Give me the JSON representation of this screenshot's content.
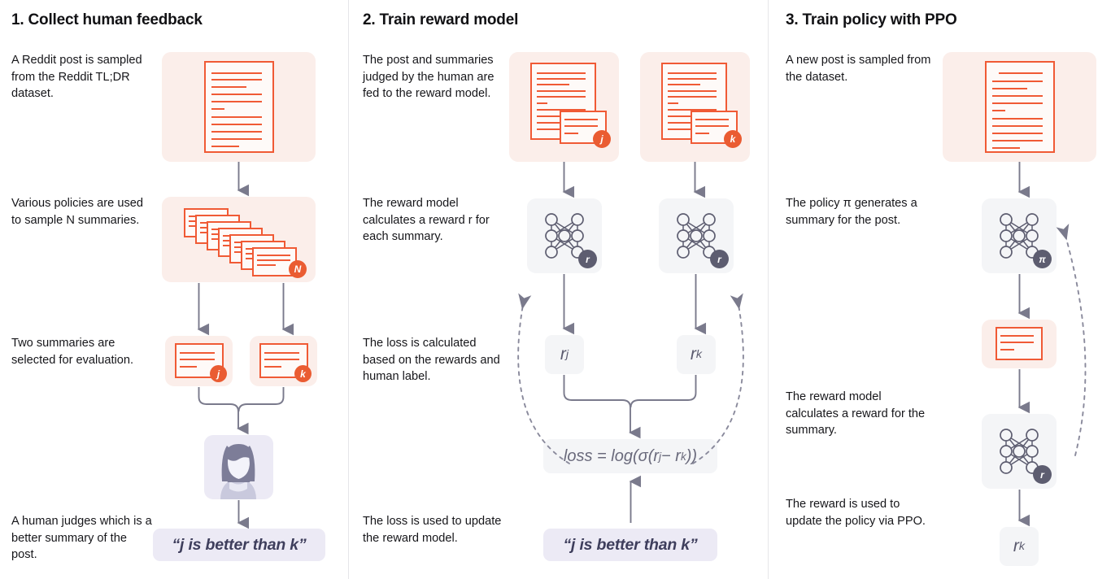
{
  "columns": [
    {
      "id": "collect-human-feedback",
      "title": "1. Collect human feedback",
      "captions": [
        "A Reddit post is sampled from the Reddit TL;DR dataset.",
        "Various policies are used to sample N summaries.",
        "Two summaries are selected for evaluation.",
        "A human judges which is a better summary of the post."
      ],
      "badges": {
        "stack": "N",
        "left_summary": "j",
        "right_summary": "k"
      },
      "human_label": "“j is better than k”"
    },
    {
      "id": "train-reward-model",
      "title": "2. Train reward model",
      "captions": [
        "The post and summaries judged by the human are fed to the reward model.",
        "The reward model calculates a reward r for each summary.",
        "The loss is calculated based on the rewards and human label.",
        "The loss is used to update the reward model."
      ],
      "badges": {
        "left_doc": "j",
        "right_doc": "k",
        "left_net": "r",
        "right_net": "r"
      },
      "reward_left": "r",
      "reward_left_sub": "j",
      "reward_right": "r",
      "reward_right_sub": "k",
      "loss_formula": "loss = log(σ(r",
      "loss_sub1": "j",
      "loss_mid": " − r",
      "loss_sub2": "k",
      "loss_tail": "))",
      "human_label": "“j is better than k”"
    },
    {
      "id": "train-policy-with-ppo",
      "title": "3. Train policy with PPO",
      "captions": [
        "A new post is sampled from the dataset.",
        "The policy π generates a summary for the post.",
        "The reward model calculates a reward for the summary.",
        "The reward is used to update the policy via PPO."
      ],
      "badges": {
        "policy_net": "π",
        "reward_net": "r"
      },
      "reward_value": "r",
      "reward_value_sub": "k"
    }
  ],
  "colors": {
    "accent_orange": "#f05a35",
    "badge_orange": "#ea5c32",
    "pink_bg": "#fbeeea",
    "paper_bg": "#fefaf8",
    "gray_bg": "#f4f5f7",
    "lavender_bg": "#eceaf5",
    "arrow_gray": "#7a7a8c",
    "badge_dark": "#5d5d70",
    "text_dark": "#16161a",
    "divider": "#e6e6e9"
  }
}
